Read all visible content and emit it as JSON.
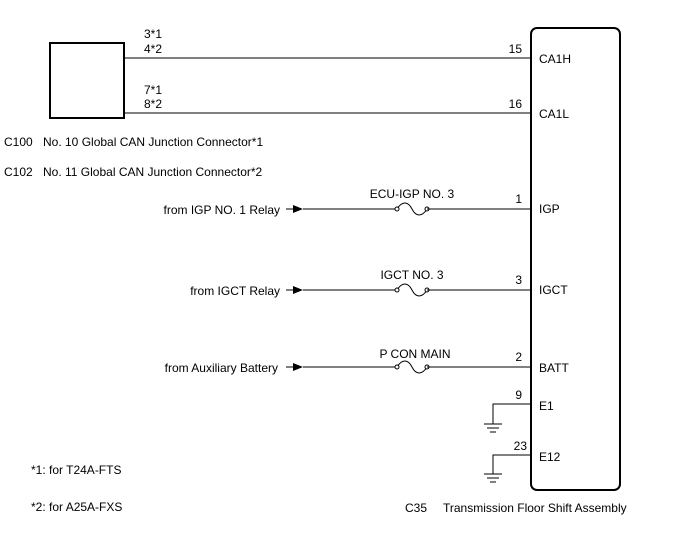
{
  "junction_connector": {
    "pins_can_h": [
      "3*1",
      "4*2"
    ],
    "pins_can_l": [
      "7*1",
      "8*2"
    ],
    "connectors": [
      {
        "code": "C100",
        "name": "No. 10 Global CAN Junction Connector*1"
      },
      {
        "code": "C102",
        "name": "No. 11 Global CAN Junction Connector*2"
      }
    ]
  },
  "assembly": {
    "code": "C35",
    "name": "Transmission Floor Shift Assembly",
    "terminals": [
      {
        "pin": "15",
        "name": "CA1H"
      },
      {
        "pin": "16",
        "name": "CA1L"
      },
      {
        "pin": "1",
        "name": "IGP"
      },
      {
        "pin": "3",
        "name": "IGCT"
      },
      {
        "pin": "2",
        "name": "BATT"
      },
      {
        "pin": "9",
        "name": "E1"
      },
      {
        "pin": "23",
        "name": "E12"
      }
    ]
  },
  "supplies": [
    {
      "source": "from IGP NO. 1 Relay",
      "fuse": "ECU-IGP NO. 3"
    },
    {
      "source": "from IGCT Relay",
      "fuse": "IGCT NO. 3"
    },
    {
      "source": "from Auxiliary Battery",
      "fuse": "P CON MAIN"
    }
  ],
  "notes": [
    "*1: for T24A-FTS",
    "*2: for A25A-FXS"
  ]
}
